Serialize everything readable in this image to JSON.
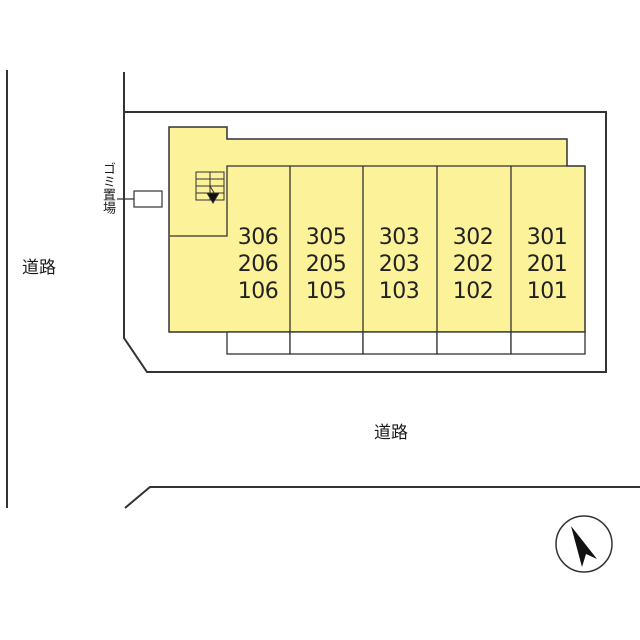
{
  "labels": {
    "road_left": "道路",
    "road_bottom": "道路",
    "garbage": "ゴミ置場"
  },
  "units": [
    {
      "floors": [
        "306",
        "206",
        "106"
      ]
    },
    {
      "floors": [
        "305",
        "205",
        "105"
      ]
    },
    {
      "floors": [
        "303",
        "203",
        "103"
      ]
    },
    {
      "floors": [
        "302",
        "202",
        "102"
      ]
    },
    {
      "floors": [
        "301",
        "201",
        "101"
      ]
    }
  ],
  "colors": {
    "building_fill": "#fbf29a",
    "lines": "#333333"
  },
  "icons": {
    "north_arrow": "north-arrow-icon",
    "stairs": "stairs-icon"
  }
}
